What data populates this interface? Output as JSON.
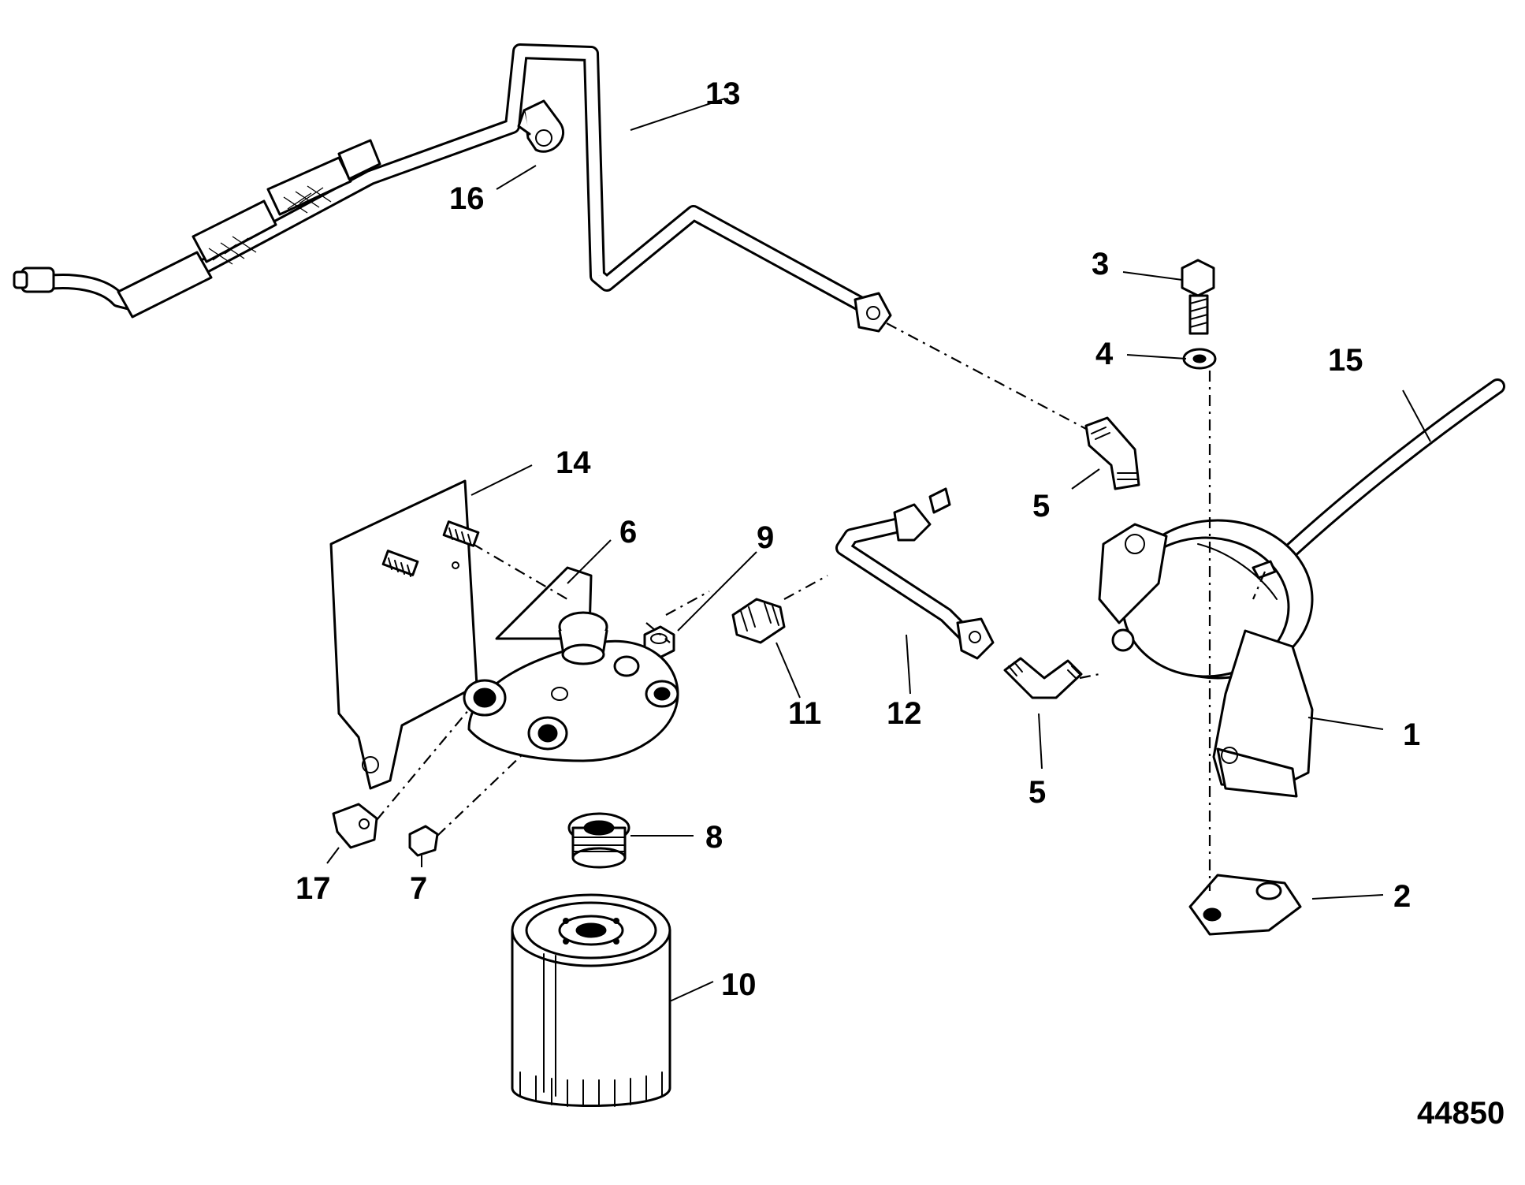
{
  "figure_id": "44850",
  "callouts": [
    {
      "id": "1",
      "label": "1"
    },
    {
      "id": "2",
      "label": "2"
    },
    {
      "id": "3",
      "label": "3"
    },
    {
      "id": "4",
      "label": "4"
    },
    {
      "id": "5a",
      "label": "5"
    },
    {
      "id": "5b",
      "label": "5"
    },
    {
      "id": "6",
      "label": "6"
    },
    {
      "id": "7",
      "label": "7"
    },
    {
      "id": "8",
      "label": "8"
    },
    {
      "id": "9",
      "label": "9"
    },
    {
      "id": "10",
      "label": "10"
    },
    {
      "id": "11",
      "label": "11"
    },
    {
      "id": "12",
      "label": "12"
    },
    {
      "id": "13",
      "label": "13"
    },
    {
      "id": "14",
      "label": "14"
    },
    {
      "id": "15",
      "label": "15"
    },
    {
      "id": "16",
      "label": "16"
    },
    {
      "id": "17",
      "label": "17"
    }
  ],
  "colors": {
    "line": "#000000",
    "background": "#ffffff"
  }
}
